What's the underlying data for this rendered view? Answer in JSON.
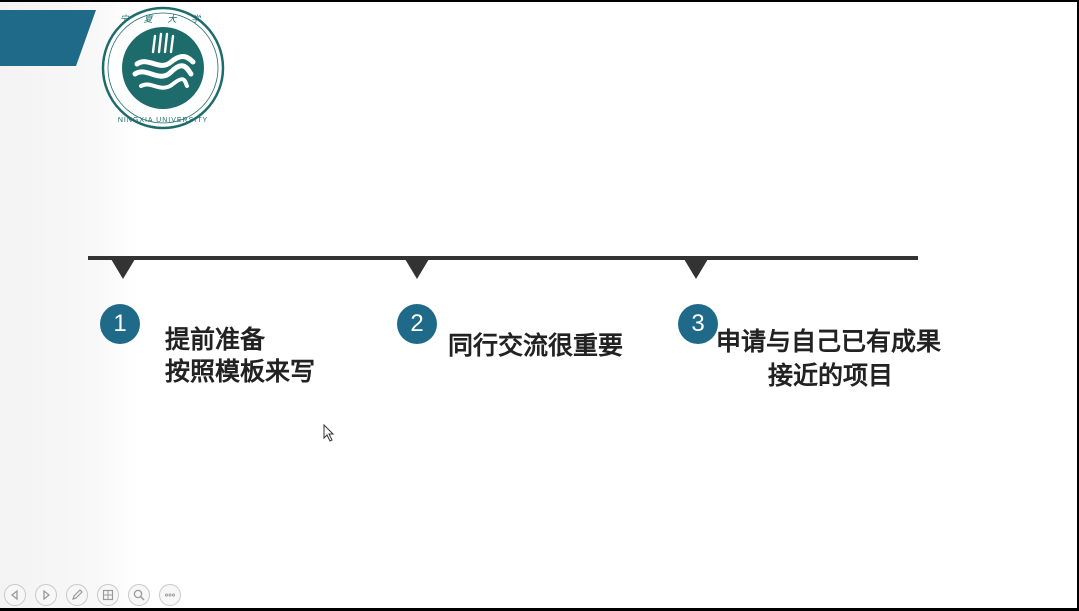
{
  "slide": {
    "logo": {
      "name": "Ningxia University emblem",
      "text": "NINGXIA UNIVERSITY",
      "seal_chars": "宁夏大学"
    },
    "steps": [
      {
        "number": "1",
        "lines": [
          "提前准备",
          "按照模板来写"
        ]
      },
      {
        "number": "2",
        "lines": [
          "同行交流很重要"
        ]
      },
      {
        "number": "3",
        "lines": [
          "申请与自己已有成果",
          "接近的项目"
        ]
      }
    ]
  },
  "colors": {
    "accent": "#1f6a88",
    "timeline": "#333333",
    "text": "#222222"
  },
  "toolbar": {
    "icons": [
      "previous-icon",
      "next-icon",
      "pen-icon",
      "slides-grid-icon",
      "zoom-icon",
      "more-options-icon"
    ]
  }
}
